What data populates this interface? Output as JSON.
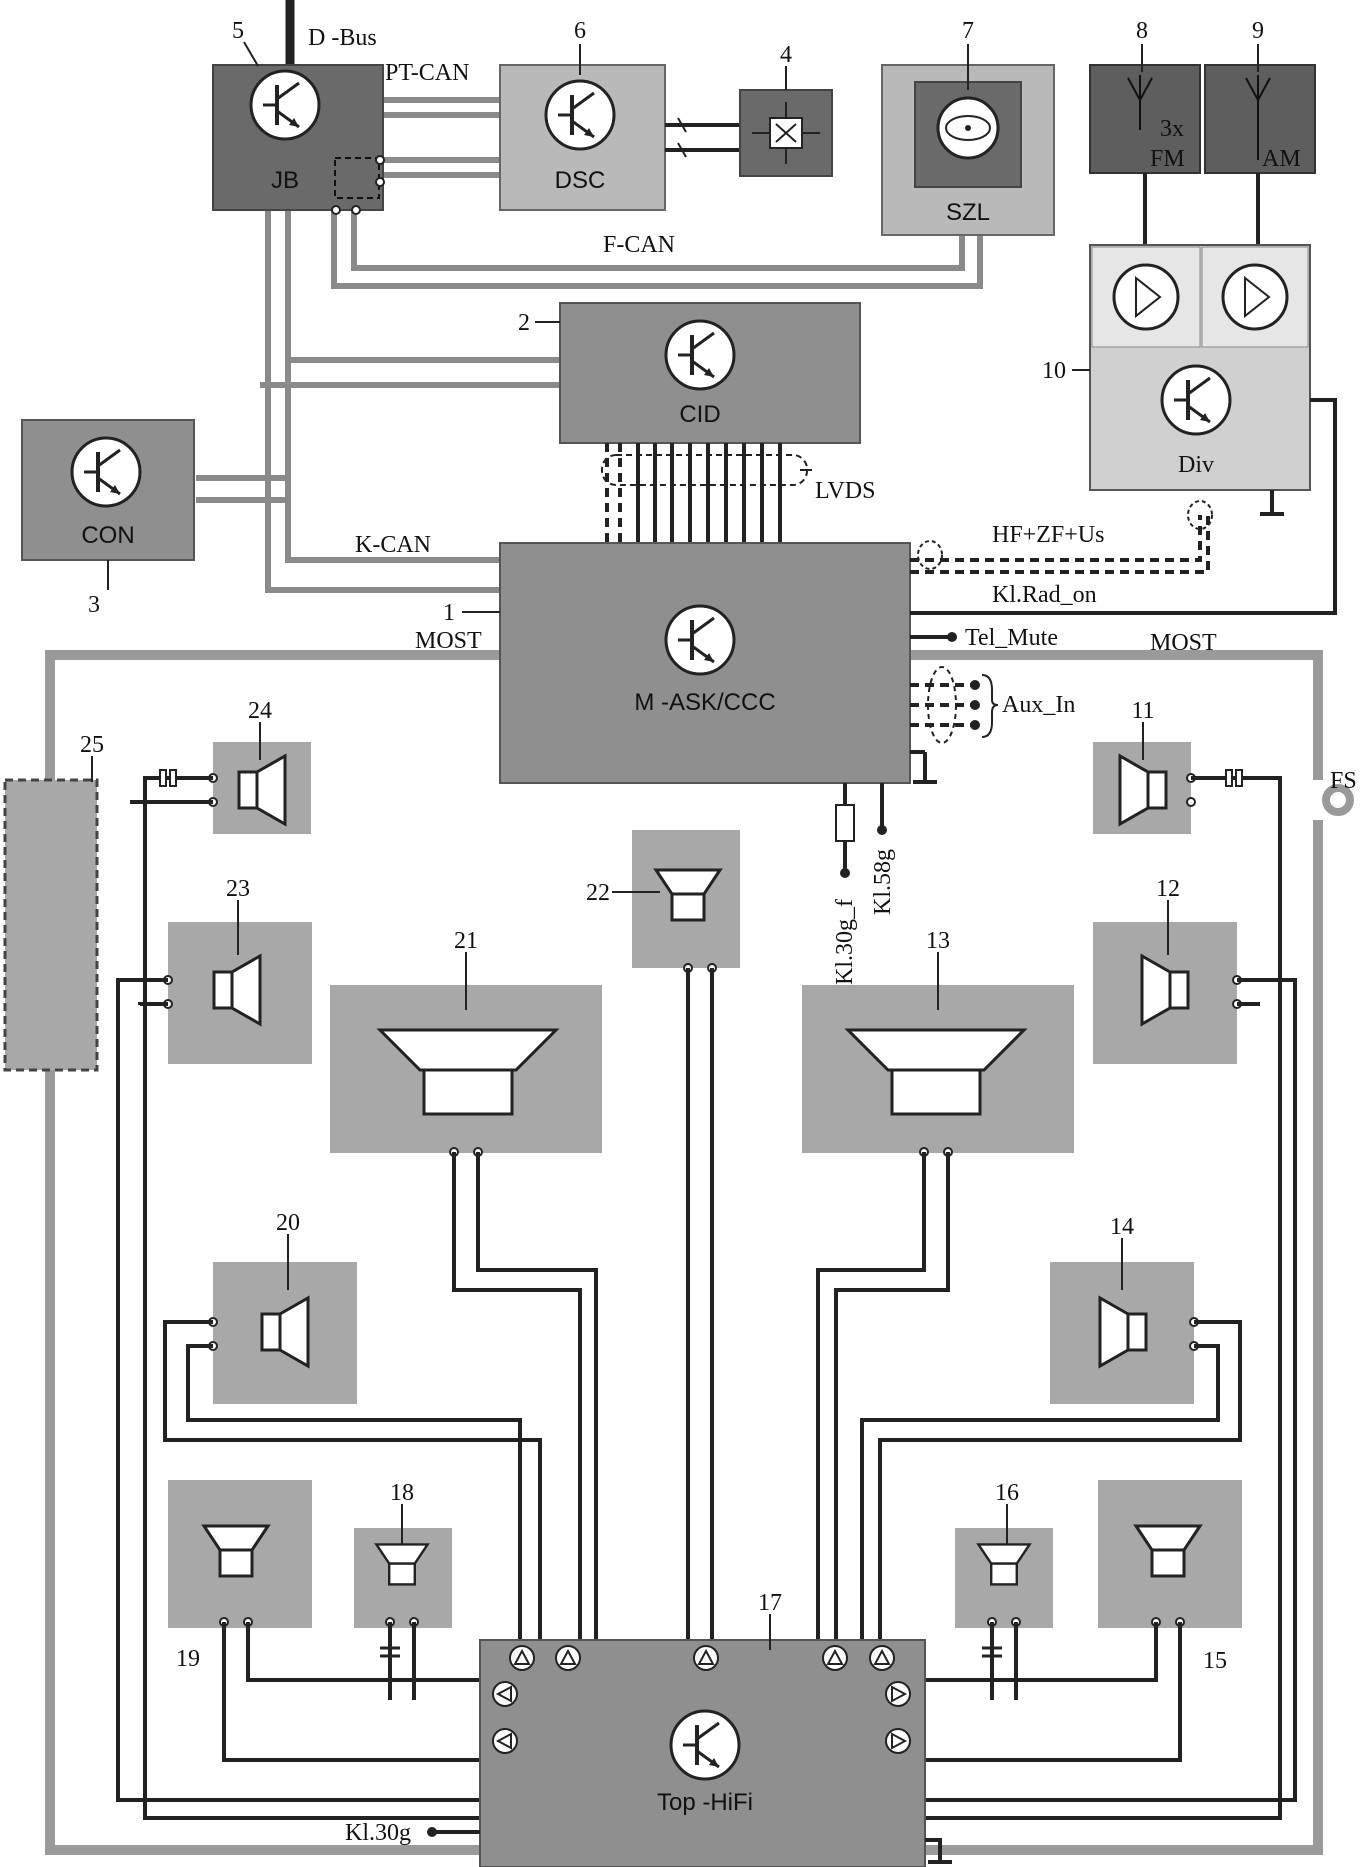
{
  "labels": {
    "dbus": "D -Bus",
    "ptcan": "PT-CAN",
    "fcan": "F-CAN",
    "kcan": "K-CAN",
    "lvds": "LVDS",
    "most_left": "MOST",
    "most_right": "MOST",
    "hf": "HF+ZF+Us",
    "klrad": "Kl.Rad_on",
    "telmute": "Tel_Mute",
    "auxin": "Aux_In",
    "fs": "FS",
    "kl30gf": "Kl.30g_f",
    "kl58g": "Kl.58g",
    "kl30g": "Kl.30g",
    "fm3x": "3x",
    "fm": "FM",
    "am": "AM"
  },
  "blocks": {
    "jb": "JB",
    "dsc": "DSC",
    "szl": "SZL",
    "cid": "CID",
    "con": "CON",
    "div": "Div",
    "mask": "M -ASK/CCC",
    "tophifi": "Top -HiFi"
  },
  "numbers": [
    "1",
    "2",
    "3",
    "4",
    "5",
    "6",
    "7",
    "8",
    "9",
    "10",
    "11",
    "12",
    "13",
    "14",
    "15",
    "16",
    "17",
    "18",
    "19",
    "20",
    "21",
    "22",
    "23",
    "24",
    "25"
  ]
}
